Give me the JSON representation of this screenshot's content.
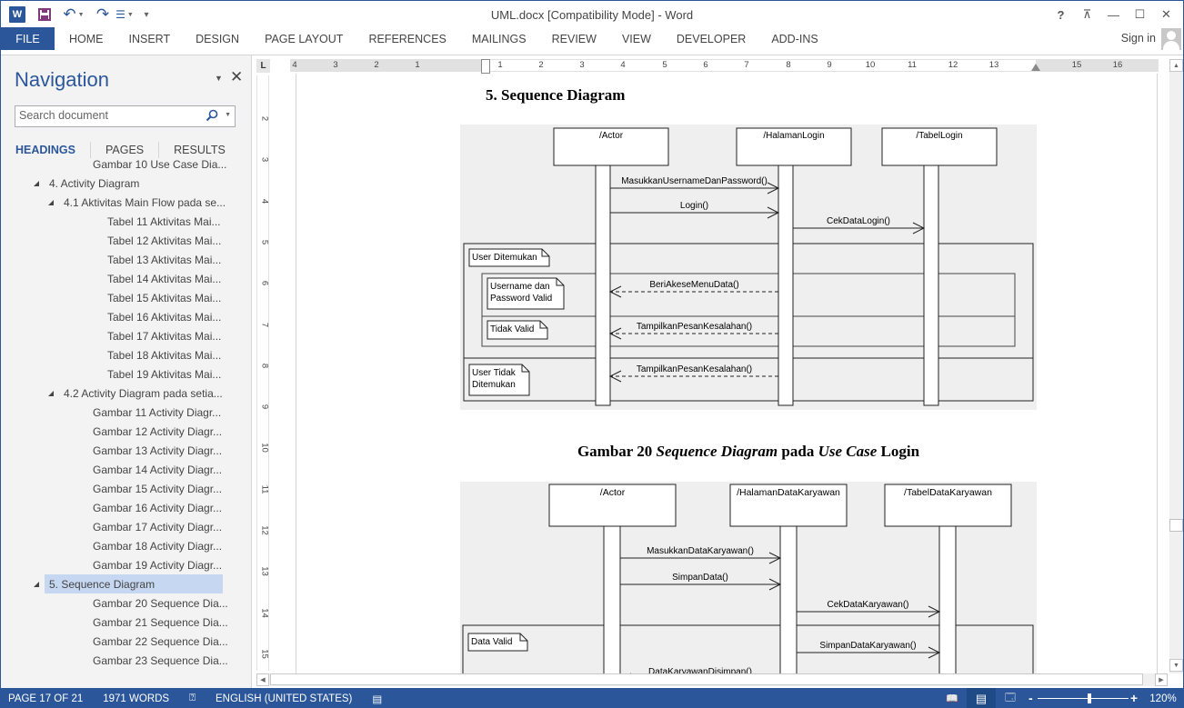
{
  "window": {
    "title": "UML.docx [Compatibility Mode] - Word",
    "controls": {
      "help": "?",
      "ribbon_display": "⊼",
      "minimize": "—",
      "maximize": "☐",
      "close": "✕"
    }
  },
  "quick_access": {
    "app_icon": "W",
    "undo": "↶",
    "redo": "↷",
    "numbering": "☰",
    "customize": "▾"
  },
  "ribbon": {
    "tabs": [
      "FILE",
      "HOME",
      "INSERT",
      "DESIGN",
      "PAGE LAYOUT",
      "REFERENCES",
      "MAILINGS",
      "REVIEW",
      "VIEW",
      "DEVELOPER",
      "ADD-INS"
    ],
    "signin": "Sign in"
  },
  "navigation": {
    "title": "Navigation",
    "search_placeholder": "Search document",
    "tabs": {
      "headings": "HEADINGS",
      "pages": "PAGES",
      "results": "RESULTS"
    },
    "items": [
      {
        "label": "Gambar 10 Use Case Dia...",
        "level": 3,
        "expander": false
      },
      {
        "label": "4. Activity Diagram",
        "level": 1,
        "expander": true
      },
      {
        "label": "4.1 Aktivitas Main Flow pada se...",
        "level": 2,
        "expander": true
      },
      {
        "label": "Tabel 11 Aktivitas Mai...",
        "level": 4,
        "expander": false
      },
      {
        "label": "Tabel 12 Aktivitas Mai...",
        "level": 4,
        "expander": false
      },
      {
        "label": "Tabel 13 Aktivitas Mai...",
        "level": 4,
        "expander": false
      },
      {
        "label": "Tabel 14 Aktivitas Mai...",
        "level": 4,
        "expander": false
      },
      {
        "label": "Tabel 15 Aktivitas Mai...",
        "level": 4,
        "expander": false
      },
      {
        "label": "Tabel 16 Aktivitas Mai...",
        "level": 4,
        "expander": false
      },
      {
        "label": "Tabel 17 Aktivitas Mai...",
        "level": 4,
        "expander": false
      },
      {
        "label": "Tabel 18 Aktivitas Mai...",
        "level": 4,
        "expander": false
      },
      {
        "label": "Tabel 19 Aktivitas Mai...",
        "level": 4,
        "expander": false
      },
      {
        "label": "4.2 Activity Diagram pada setia...",
        "level": 2,
        "expander": true
      },
      {
        "label": "Gambar 11 Activity Diagr...",
        "level": 3,
        "expander": false
      },
      {
        "label": "Gambar 12 Activity Diagr...",
        "level": 3,
        "expander": false
      },
      {
        "label": "Gambar 13 Activity Diagr...",
        "level": 3,
        "expander": false
      },
      {
        "label": "Gambar 14 Activity Diagr...",
        "level": 3,
        "expander": false
      },
      {
        "label": "Gambar 15 Activity Diagr...",
        "level": 3,
        "expander": false
      },
      {
        "label": "Gambar 16 Activity Diagr...",
        "level": 3,
        "expander": false
      },
      {
        "label": "Gambar 17 Activity Diagr...",
        "level": 3,
        "expander": false
      },
      {
        "label": "Gambar 18 Activity Diagr...",
        "level": 3,
        "expander": false
      },
      {
        "label": "Gambar 19 Activity Diagr...",
        "level": 3,
        "expander": false
      },
      {
        "label": "5. Sequence Diagram",
        "level": 1,
        "expander": true,
        "selected": true
      },
      {
        "label": "Gambar 20 Sequence Dia...",
        "level": 3,
        "expander": false
      },
      {
        "label": "Gambar 21 Sequence Dia...",
        "level": 3,
        "expander": false
      },
      {
        "label": "Gambar 22 Sequence Dia...",
        "level": 3,
        "expander": false
      },
      {
        "label": "Gambar 23 Sequence Dia...",
        "level": 3,
        "expander": false
      }
    ]
  },
  "ruler": {
    "corner_glyph": "L",
    "horizontal_numbers": [
      "4",
      "3",
      "2",
      "1",
      "1",
      "2",
      "3",
      "4",
      "5",
      "6",
      "7",
      "8",
      "9",
      "10",
      "11",
      "12",
      "13",
      "15",
      "16"
    ],
    "vertical_numbers": [
      "2",
      "3",
      "4",
      "5",
      "6",
      "7",
      "8",
      "9",
      "10",
      "11",
      "12",
      "13",
      "14",
      "15"
    ]
  },
  "document": {
    "heading": "5. Sequence Diagram",
    "caption": {
      "prefix": "Gambar 20 ",
      "italic1": "Sequence Diagram",
      "mid": " pada ",
      "italic2": "Use Case",
      "suffix": " Login"
    },
    "diagram1": {
      "lifelines": [
        "/Actor",
        "/HalamanLogin",
        "/TabelLogin"
      ],
      "messages": [
        {
          "label": "MasukkanUsernameDanPassword()",
          "from": 0,
          "to": 1,
          "type": "sync"
        },
        {
          "label": "Login()",
          "from": 0,
          "to": 1,
          "type": "sync"
        },
        {
          "label": "CekDataLogin()",
          "from": 1,
          "to": 2,
          "type": "sync"
        },
        {
          "label": "BeriAkeseMenuData()",
          "from": 1,
          "to": 0,
          "type": "return"
        },
        {
          "label": "TampilkanPesanKesalahan()",
          "from": 1,
          "to": 0,
          "type": "return"
        },
        {
          "label": "TampilkanPesanKesalahan()",
          "from": 1,
          "to": 0,
          "type": "return"
        }
      ],
      "notes": [
        "User Ditemukan",
        "Username dan\nPassword Valid",
        "Tidak Valid",
        "User Tidak\nDitemukan"
      ]
    },
    "diagram2": {
      "lifelines": [
        "/Actor",
        "/HalamanDataKaryawan",
        "/TabelDataKaryawan"
      ],
      "messages": [
        {
          "label": "MasukkanDataKaryawan()",
          "from": 0,
          "to": 1,
          "type": "sync"
        },
        {
          "label": "SimpanData()",
          "from": 0,
          "to": 1,
          "type": "sync"
        },
        {
          "label": "CekDataKaryawan()",
          "from": 1,
          "to": 2,
          "type": "sync"
        },
        {
          "label": "SimpanDataKaryawan()",
          "from": 1,
          "to": 2,
          "type": "sync"
        },
        {
          "label": "DataKaryawanDisimpan()",
          "from": 1,
          "to": 0,
          "type": "return"
        }
      ],
      "notes": [
        "Data Valid"
      ]
    }
  },
  "statusbar": {
    "page": "PAGE 17 OF 21",
    "words": "1971 WORDS",
    "proofing_icon": "⍰",
    "language": "ENGLISH (UNITED STATES)",
    "macro_icon": "▤",
    "views": {
      "read": "📖",
      "print": "▤",
      "web": "🗔"
    },
    "zoom_level": "120%",
    "zoom_fraction": 0.57
  }
}
